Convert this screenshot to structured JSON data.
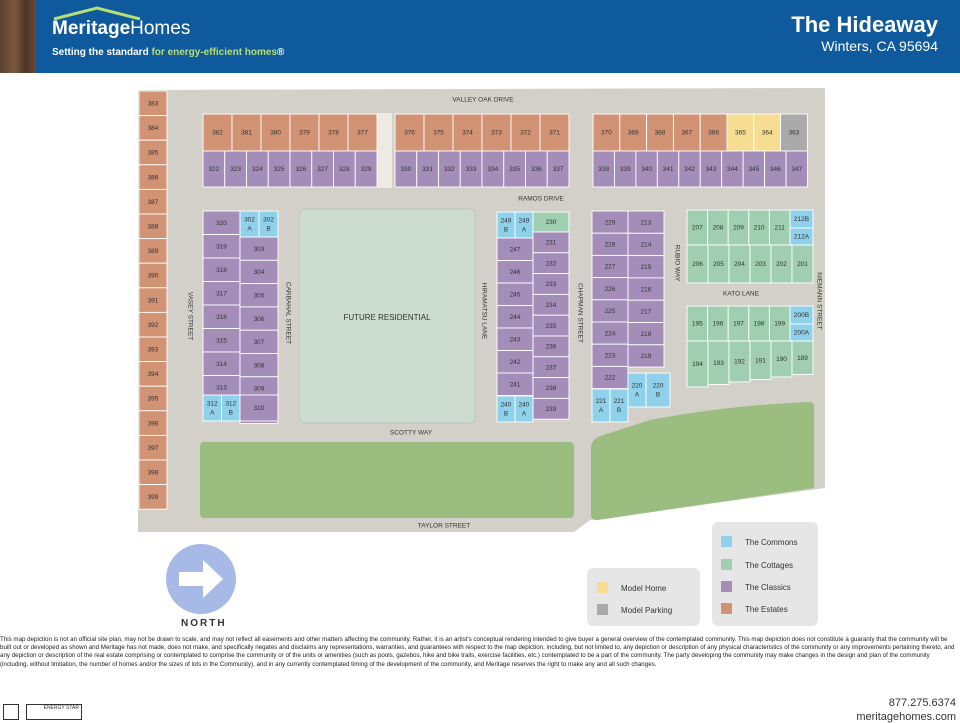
{
  "header": {
    "brand_bold": "Meritage",
    "brand_light": "Homes",
    "tagline_start": "Setting the standard ",
    "tagline_accent": "for energy-efficient homes",
    "tagline_mark": "®",
    "community_name": "The Hideaway",
    "community_location": "Winters, CA 95694"
  },
  "colors": {
    "commons": "#8fd0ea",
    "cottages": "#9fcfb0",
    "classics": "#a48db8",
    "estates": "#d29274",
    "model_home": "#f7dd92",
    "model_parking": "#aaaaaa",
    "road": "#d2d0c8",
    "future": "#cddcd0",
    "park": "#9cbd80",
    "header_bg": "#0f5a9c"
  },
  "streets": {
    "valley_oak": "VALLEY OAK DRIVE",
    "ramos": "RAMOS DRIVE",
    "scotty": "SCOTTY WAY",
    "taylor": "TAYLOR STREET",
    "vasey": "VASEY STREET",
    "carbahal": "CARBAHAL STREET",
    "hiramatsu": "HIRAMATSU LANE",
    "chapman": "CHAPMAN STREET",
    "rubio": "RUBIO WAY",
    "kato": "KATO LANE",
    "niemann": "NIEMANN STREET"
  },
  "areas": {
    "future_residential": "FUTURE RESIDENTIAL"
  },
  "lots": {
    "west_column": [
      "383",
      "384",
      "385",
      "386",
      "387",
      "388",
      "389",
      "390",
      "391",
      "392",
      "393",
      "394",
      "395",
      "396",
      "397",
      "398",
      "399"
    ],
    "row_top_a": [
      "382",
      "381",
      "380",
      "379",
      "378",
      "377"
    ],
    "row_top_b": [
      "376",
      "375",
      "374",
      "373",
      "372",
      "371"
    ],
    "row_top_c": [
      "370",
      "369",
      "368",
      "367",
      "366",
      "365",
      "364",
      "363"
    ],
    "row_top_c_types": [
      "estates",
      "estates",
      "estates",
      "estates",
      "estates",
      "model_home",
      "model_home",
      "model_parking"
    ],
    "row_mid_a": [
      "322",
      "323",
      "324",
      "325",
      "326",
      "327",
      "328",
      "329"
    ],
    "row_mid_b": [
      "330",
      "331",
      "332",
      "333",
      "334",
      "335",
      "336",
      "337"
    ],
    "row_mid_c": [
      "338",
      "339",
      "340",
      "341",
      "342",
      "343",
      "344",
      "345",
      "346",
      "347"
    ],
    "block1_left": [
      "320",
      "319",
      "318",
      "317",
      "316",
      "315",
      "314",
      "313"
    ],
    "block1_right": [
      "303",
      "304",
      "305",
      "306",
      "307",
      "308",
      "309",
      "310"
    ],
    "block1_top": [
      [
        "302",
        "A"
      ],
      [
        "302",
        "B"
      ]
    ],
    "block1_bottom": [
      [
        "312",
        "A"
      ],
      [
        "312",
        "B"
      ]
    ],
    "block2_left": [
      "247",
      "246",
      "245",
      "244",
      "243",
      "242",
      "241"
    ],
    "block2_right": [
      "230",
      "231",
      "232",
      "233",
      "234",
      "235",
      "236",
      "237",
      "238",
      "239"
    ],
    "block2_top": [
      [
        "249",
        "B"
      ],
      [
        "249",
        "A"
      ]
    ],
    "block2_bottom": [
      [
        "240",
        "B"
      ],
      [
        "240",
        "A"
      ]
    ],
    "block3_left": [
      "229",
      "228",
      "227",
      "226",
      "225",
      "224",
      "223",
      "222"
    ],
    "block3_right": [
      "213",
      "214",
      "215",
      "216",
      "217",
      "218",
      "219"
    ],
    "block3_bottom": [
      [
        "221",
        "A"
      ],
      [
        "221",
        "B"
      ],
      [
        "220",
        "A"
      ],
      [
        "220",
        "B"
      ]
    ],
    "block4_row": [
      "207",
      "208",
      "209",
      "210",
      "211"
    ],
    "block4_row2": [
      "206",
      "205",
      "204",
      "203",
      "202",
      "201"
    ],
    "block4_side": [
      "212B",
      "212A"
    ],
    "block5_row": [
      "195",
      "196",
      "197",
      "198",
      "199"
    ],
    "block5_side": [
      "200B",
      "200A"
    ],
    "block5_row2": [
      "194",
      "193",
      "192",
      "191",
      "190",
      "189"
    ]
  },
  "legend": {
    "commons": "The Commons",
    "cottages": "The Cottages",
    "classics": "The Classics",
    "estates": "The Estates",
    "model_home": "Model Home",
    "model_parking": "Model Parking"
  },
  "north_label": "NORTH",
  "disclaimer": "This map depiction is not an official site plan, may not be drawn to scale, and may not reflect all easements and other matters affecting the community. Rather, it is an artist's conceptual rendering intended to give buyer a general overview of the contemplated community. This map depiction does not constitute a guaranty that the community will be built out or developed as shown and Meritage has not made, does not make, and specifically negates and disclaims any representations, warranties, and guarantees with respect to the map depiction, including, but not limited to, any depiction or description of any physical characteristics of the community or any improvements pertaining thereto, and any depiction or description of the real estate comprising or contemplated to comprise the community or of the units or amenities (such as pools, gazebos, hike and bike trails, exercise facilities, etc.) contemplated to be a part of the community. The party developing the community may make changes in the design and plan of the community (including, without limitation, the number of homes and/or the sizes of lots in the Community), and in any currently contemplated timing of the development of the community, and Meritage reserves the right to make any and all such changes.",
  "contact": {
    "phone": "877.275.6374",
    "website": "meritagehomes.com"
  },
  "badges": {
    "energy_star": "ENERGY STAR"
  }
}
